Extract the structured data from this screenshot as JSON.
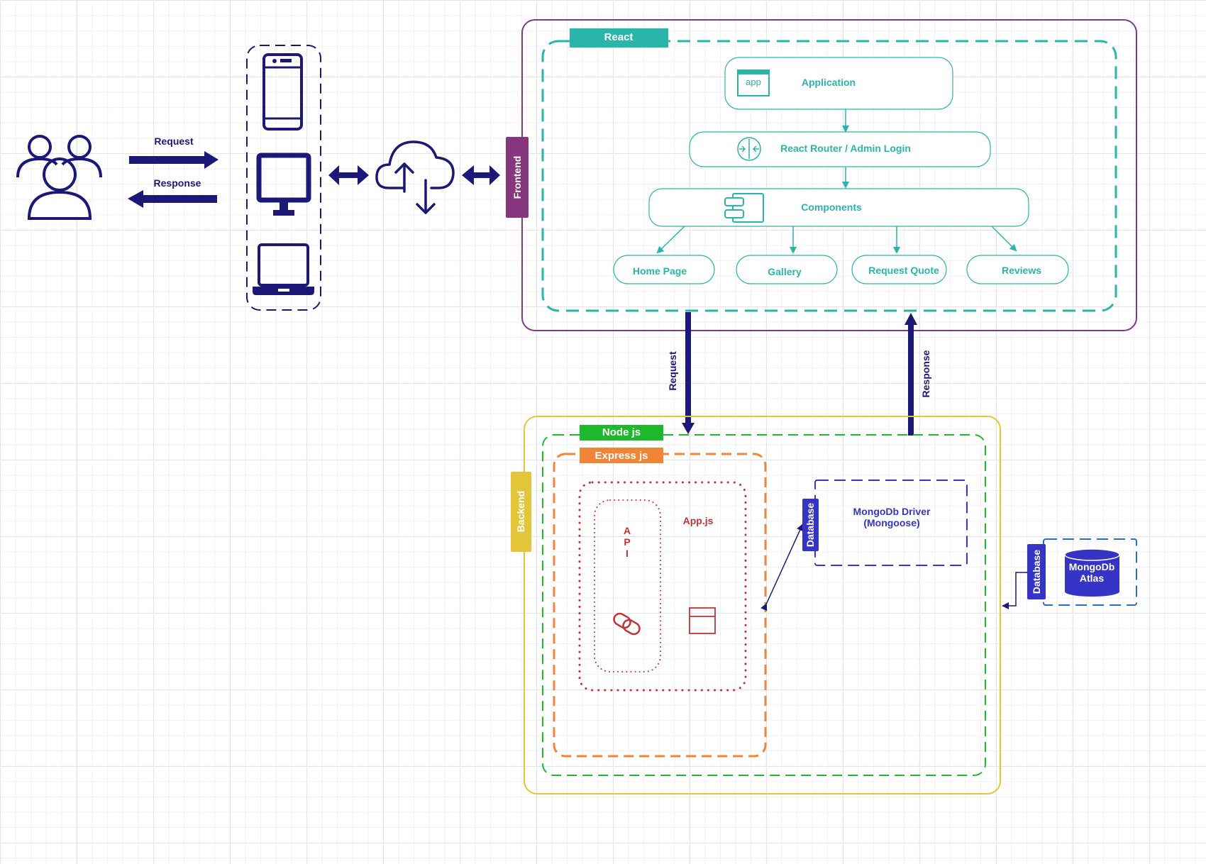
{
  "colors": {
    "navy": "#1c1877",
    "teal": "#2ab5aa",
    "purple": "#7b3b86",
    "frontend_tag": "#85367f",
    "yellow": "#e3c53a",
    "green": "#1db82c",
    "orange": "#f08537",
    "red": "#c0333b",
    "indigo": "#3634c7",
    "azure": "#2a6fc5"
  },
  "icons": [
    "users-icon",
    "phone-icon",
    "monitor-icon",
    "laptop-icon",
    "cloud-upload-download-icon",
    "app-icon",
    "router-icon",
    "component-icon",
    "link-icon",
    "window-icon",
    "database-cylinder-icon"
  ],
  "client": {
    "request_label": "Request",
    "response_label": "Response"
  },
  "frontend": {
    "tag": "Frontend",
    "react_tag": "React",
    "app_icon_text": "app",
    "application": "Application",
    "router": "React Router  / Admin Login",
    "components": "Components",
    "pages": [
      "Home Page",
      "Gallery",
      "Request Quote",
      "Reviews"
    ]
  },
  "links": {
    "request": "Request",
    "response": "Response"
  },
  "backend": {
    "tag": "Backend",
    "node_tag": "Node js",
    "express_tag": "Express js",
    "api_letters": [
      "A",
      "P",
      "I"
    ],
    "appjs": "App.js",
    "database_tag": "Database",
    "driver_line1": "MongoDb Driver",
    "driver_line2": "(Mongoose)"
  },
  "atlas": {
    "database_tag": "Database",
    "line1": "MongoDb",
    "line2": "Atlas"
  }
}
